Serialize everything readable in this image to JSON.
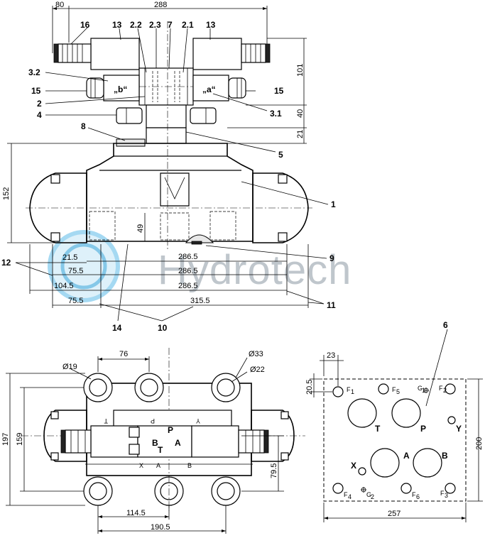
{
  "watermark": {
    "text": "Hydrotech",
    "color": "#bfc6cc",
    "accent": "#5fb7e0"
  },
  "dimensions": {
    "d80": "80",
    "d288": "288",
    "d101": "101",
    "d40": "40",
    "d21": "21",
    "d152": "152",
    "d49": "49",
    "d21_5": "21.5",
    "d286_5_a": "286.5",
    "d75_5_a": "75.5",
    "d286_5_b": "286.5",
    "d104_5": "104.5",
    "d286_5_c": "286.5",
    "d75_5_b": "75.5",
    "d315_5": "315.5",
    "d76": "76",
    "d19": "Ø19",
    "d33": "Ø33",
    "d22": "Ø22",
    "d197": "197",
    "d159": "159",
    "d79_5": "79.5",
    "d114_5": "114.5",
    "d190_5": "190.5",
    "d23": "23",
    "d20_5": "20.5",
    "d200": "200",
    "d257": "257"
  },
  "callouts": {
    "c16": "16",
    "c13a": "13",
    "c2_2": "2.2",
    "c2_3": "2.3",
    "c7": "7",
    "c2_1": "2.1",
    "c13b": "13",
    "c3_2": "3.2",
    "c15a": "15",
    "c2": "2",
    "c4": "4",
    "c15b": "15",
    "c3_1": "3.1",
    "c8": "8",
    "c5": "5",
    "c1": "1",
    "c12": "12",
    "c9": "9",
    "c11": "11",
    "c14": "14",
    "c10": "10",
    "c6": "6"
  },
  "solenoid_labels": {
    "b": "„b“",
    "a": "„a“"
  },
  "ports_plate": {
    "T": "T",
    "P": "P",
    "Y": "Y",
    "X": "X",
    "A": "A",
    "B": "B",
    "F1": "F",
    "F1s": "1",
    "F2": "F",
    "F2s": "2",
    "F3": "F",
    "F3s": "3",
    "F4": "F",
    "F4s": "4",
    "F5": "F",
    "F5s": "5",
    "F6": "F",
    "F6s": "6",
    "G1": "G",
    "G1s": "1",
    "G2": "G",
    "G2s": "2"
  },
  "ports_top": {
    "P": "P",
    "B": "B",
    "T": "T",
    "A": "A",
    "X": "X",
    "A2": "A",
    "B2": "B",
    "T_inv": "T",
    "P_inv": "P",
    "Y_inv": "Y"
  }
}
